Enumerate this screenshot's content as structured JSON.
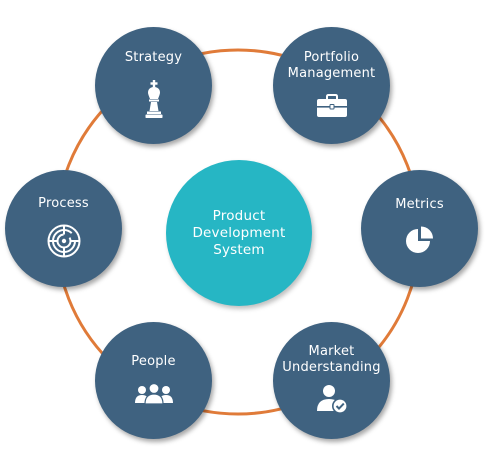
{
  "colors": {
    "ring": "#e07b39",
    "node_fill": "#3f6280",
    "center_fill": "#26b6c4",
    "text": "#ffffff",
    "background": "#ffffff"
  },
  "center": {
    "label": "Product\nDevelopment\nSystem"
  },
  "nodes": [
    {
      "id": "strategy",
      "label": "Strategy",
      "icon": "chess-king-icon"
    },
    {
      "id": "portfolio-management",
      "label": "Portfolio\nManagement",
      "icon": "briefcase-icon"
    },
    {
      "id": "metrics",
      "label": "Metrics",
      "icon": "pie-chart-icon"
    },
    {
      "id": "market-understanding",
      "label": "Market\nUnderstanding",
      "icon": "user-check-icon"
    },
    {
      "id": "people",
      "label": "People",
      "icon": "people-group-icon"
    },
    {
      "id": "process",
      "label": "Process",
      "icon": "maze-icon"
    }
  ]
}
